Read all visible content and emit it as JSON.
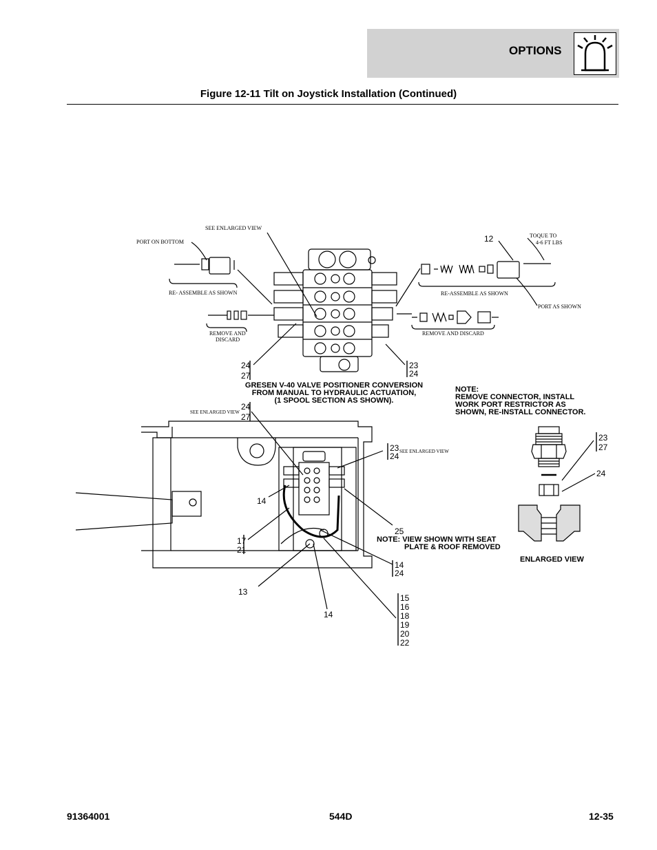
{
  "header": {
    "section": "OPTIONS",
    "icon": "warning-beacon-icon"
  },
  "figure": {
    "title": "Figure 12-11 Tilt on Joystick Installation (Continued)",
    "top_labels": {
      "see_enlarged": "SEE ENLARGED VIEW",
      "port_on_bottom": "PORT ON BOTTOM",
      "reassemble_left": "RE- ASSEMBLE AS SHOWN",
      "remove_left_1": "REMOVE AND",
      "remove_left_2": "DISCARD",
      "toque_1": "TOQUE TO",
      "toque_2": "4-6 FT LBS",
      "reassemble_right": "RE-ASSEMBLE AS SHOWN",
      "port_as_shown": "PORT AS SHOWN",
      "remove_right": "REMOVE AND DISCARD"
    },
    "callouts": {
      "c12": "12",
      "c24a": "24",
      "c27a": "27",
      "c23a": "23",
      "c24b": "24",
      "c24c": "24",
      "c27b": "27",
      "c23b": "23",
      "c24d": "24",
      "c14a": "14",
      "c25": "25",
      "c17": "17",
      "c21": "21",
      "c14b": "14",
      "c24e": "24",
      "c13": "13",
      "c14c": "14",
      "c15": "15",
      "c16": "16",
      "c18": "18",
      "c19": "19",
      "c20": "20",
      "c22": "22",
      "c23c": "23",
      "c27c": "27",
      "c24f": "24"
    },
    "conversion_caption": [
      "GRESEN V-40 VALVE POSITIONER CONVERSION",
      "FROM MANUAL TO HYDRAULIC ACTUATION,",
      "(1 SPOOL SECTION AS SHOWN)."
    ],
    "see_enlarged_small": "SEE ENLARGED VIEW",
    "note_right": [
      "NOTE:",
      "REMOVE CONNECTOR, INSTALL",
      "WORK PORT RESTRICTOR AS",
      "SHOWN, RE-INSTALL CONNECTOR."
    ],
    "note_seat": [
      "NOTE:  VIEW SHOWN WITH SEAT",
      "PLATE & ROOF REMOVED"
    ],
    "enlarged_view": "ENLARGED VIEW"
  },
  "footer": {
    "doc_number": "91364001",
    "model": "544D",
    "page": "12-35"
  }
}
